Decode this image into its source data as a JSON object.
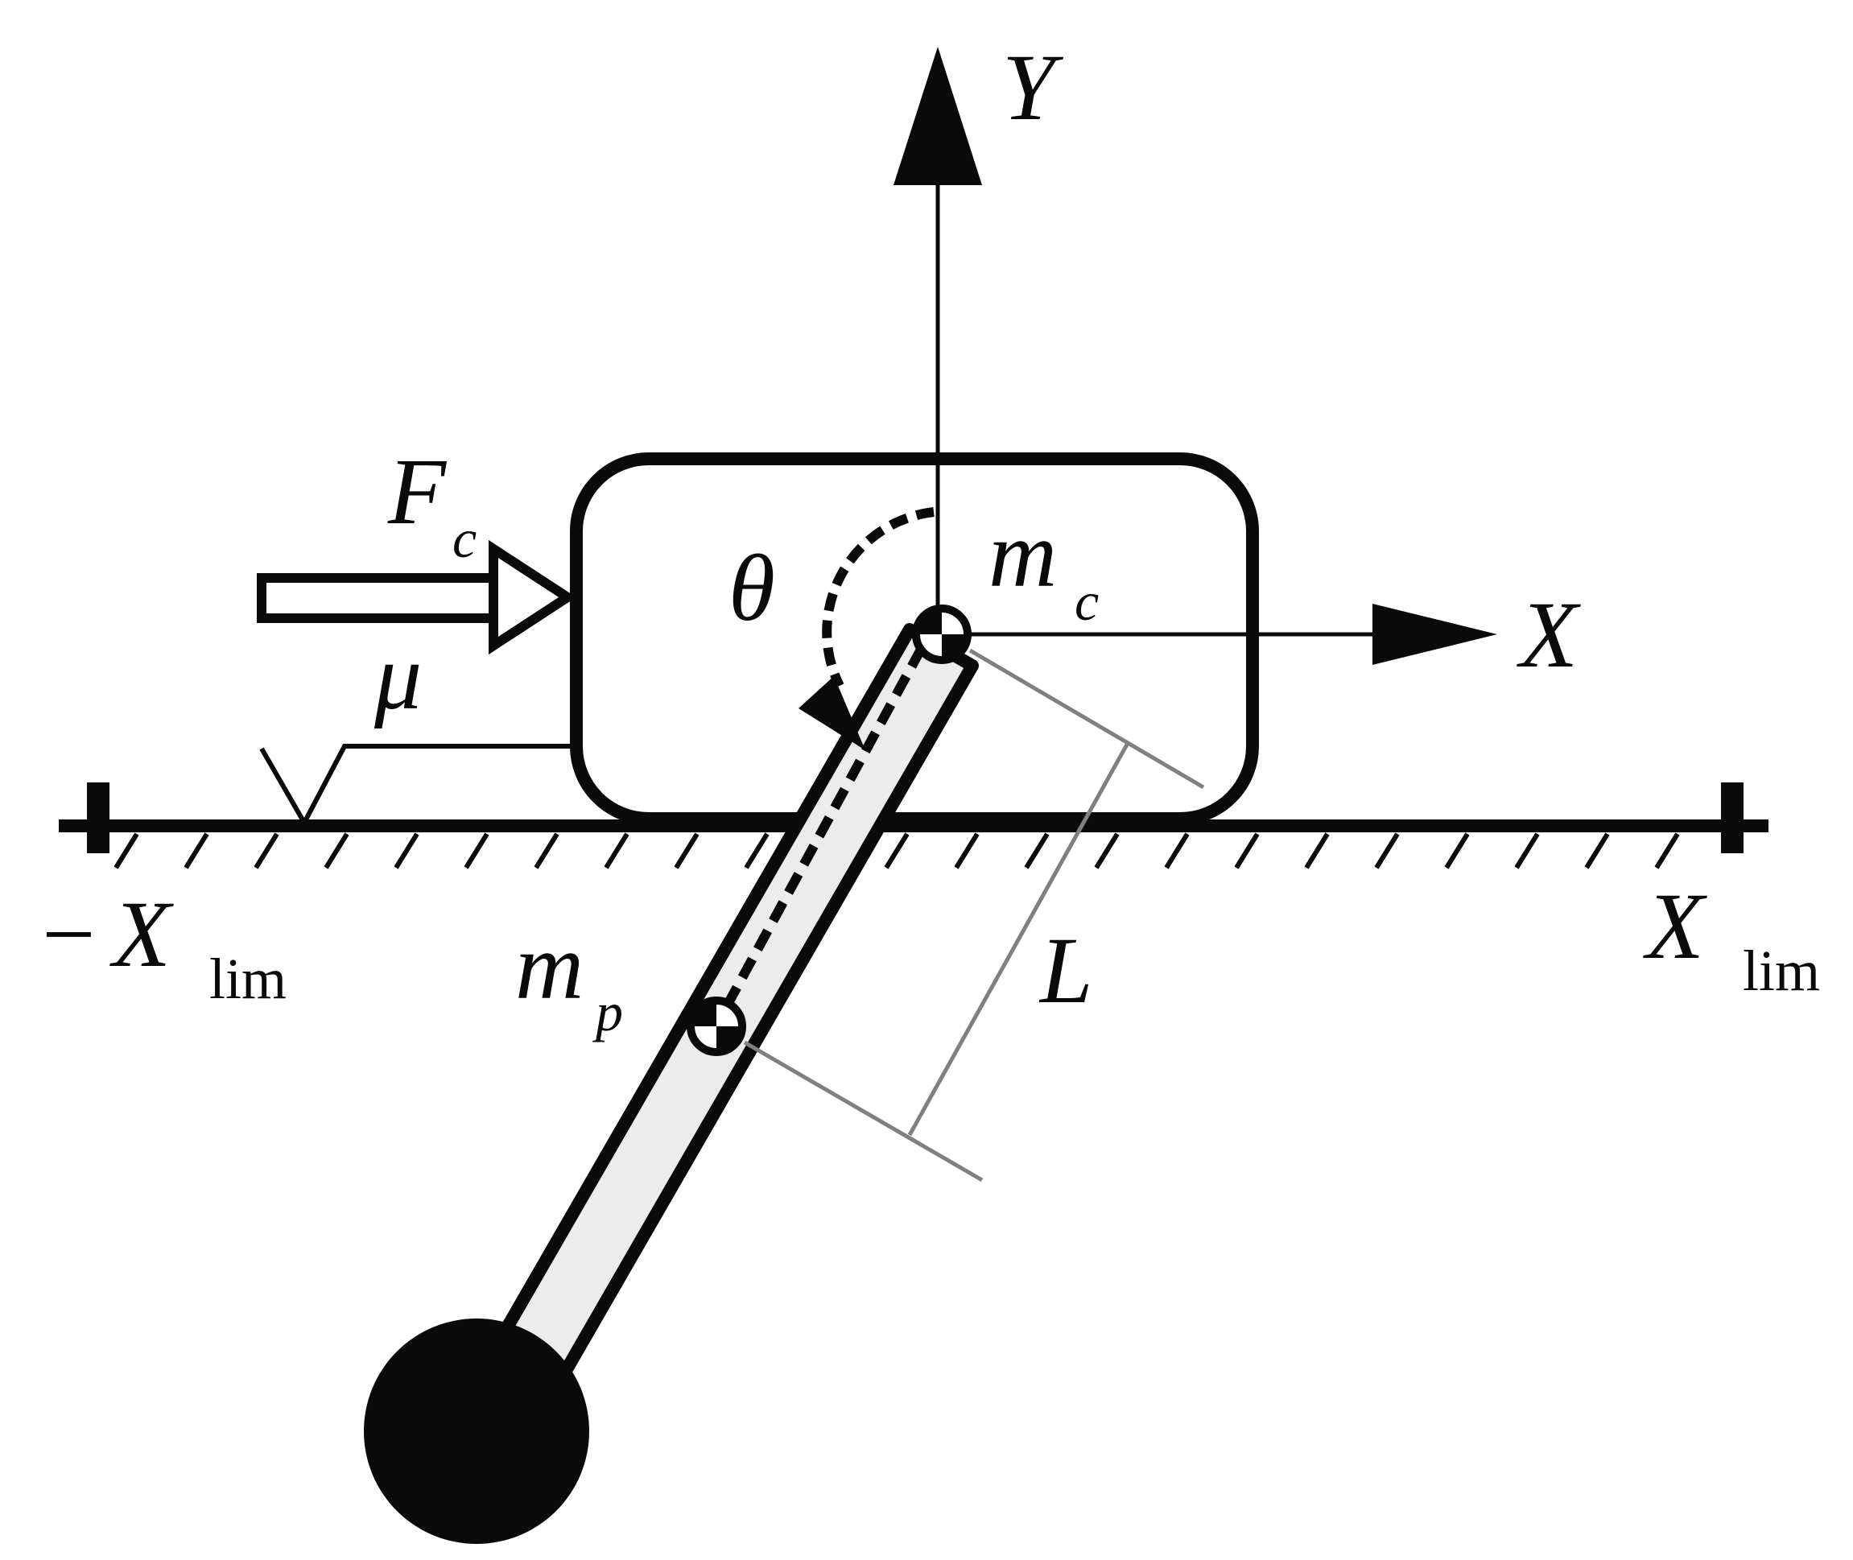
{
  "labels": {
    "y_axis": "Y",
    "x_axis": "X",
    "force": "F",
    "force_sub": "c",
    "friction": "μ",
    "angle": "θ",
    "cart_mass": "m",
    "cart_mass_sub": "c",
    "pend_mass": "m",
    "pend_mass_sub": "p",
    "length": "L",
    "left_limit_sign": "−",
    "left_limit": "X",
    "left_limit_sub": "lim",
    "right_limit": "X",
    "right_limit_sub": "lim"
  },
  "colors": {
    "ink": "#0a0a0a",
    "rod_fill": "#ececec",
    "dimension": "#808080",
    "background": "#ffffff"
  }
}
